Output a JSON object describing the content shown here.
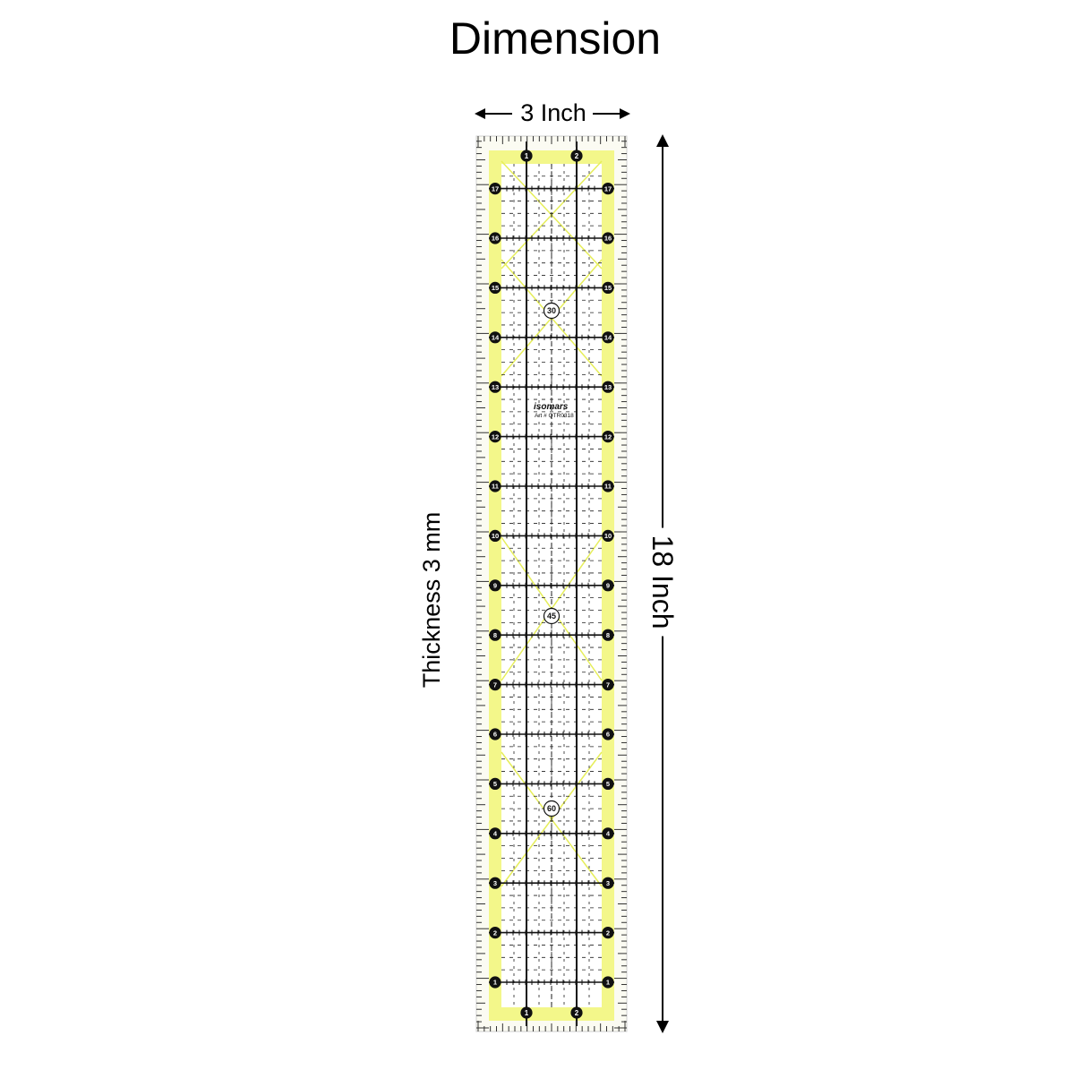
{
  "title": "Dimension",
  "width_label": "3 Inch",
  "length_label": "18 Inch",
  "thickness_label": "Thickness 3 mm",
  "ruler": {
    "brand": "isomars",
    "art_number": "Art # QTR0318",
    "width_in": 3,
    "length_in": 18,
    "top_marks": [
      "1",
      "2"
    ],
    "bottom_marks": [
      "1",
      "2"
    ],
    "side_marks": [
      "17",
      "16",
      "15",
      "14",
      "13",
      "12",
      "11",
      "10",
      "9",
      "8",
      "7",
      "6",
      "5",
      "4",
      "3",
      "2",
      "1"
    ],
    "angle_marks": [
      "30",
      "45",
      "60"
    ],
    "colors": {
      "accent": "#f3f78a",
      "accent_line": "#e6ee5a",
      "line": "#111111"
    }
  }
}
